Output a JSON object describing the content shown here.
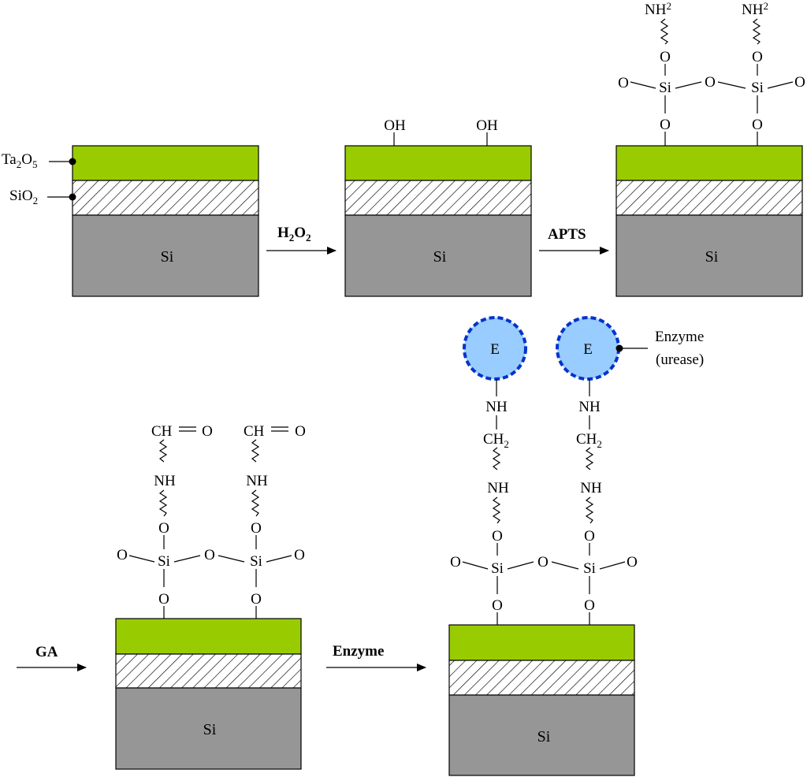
{
  "colors": {
    "ta2o5_layer": "#99cc00",
    "si_substrate": "#969696",
    "enzyme_fill": "#99ccff",
    "enzyme_border": "#0033cc",
    "line": "#000000"
  },
  "layers": {
    "ta2o5_label": "Ta",
    "ta2o5_sub1": "2",
    "ta2o5_mid": "O",
    "ta2o5_sub2": "5",
    "sio2_label": "SiO",
    "sio2_sub": "2",
    "si_label": "Si"
  },
  "steps": [
    {
      "reagent_main": "H",
      "reagent_sub1": "2",
      "reagent_mid": "O",
      "reagent_sub2": "2"
    },
    {
      "reagent": "APTS"
    },
    {
      "reagent": "GA"
    },
    {
      "reagent": "Enzyme"
    }
  ],
  "groups": {
    "oh": "OH",
    "nh2_main": "NH",
    "nh2_sub": "2",
    "o": "O",
    "si": "Si",
    "ch": "CH",
    "eq_o": "O",
    "nh": "NH",
    "ch2_main": "CH",
    "ch2_sub": "2"
  },
  "enzyme": {
    "symbol": "E",
    "label_line1": "Enzyme",
    "label_line2": "(urease)"
  }
}
